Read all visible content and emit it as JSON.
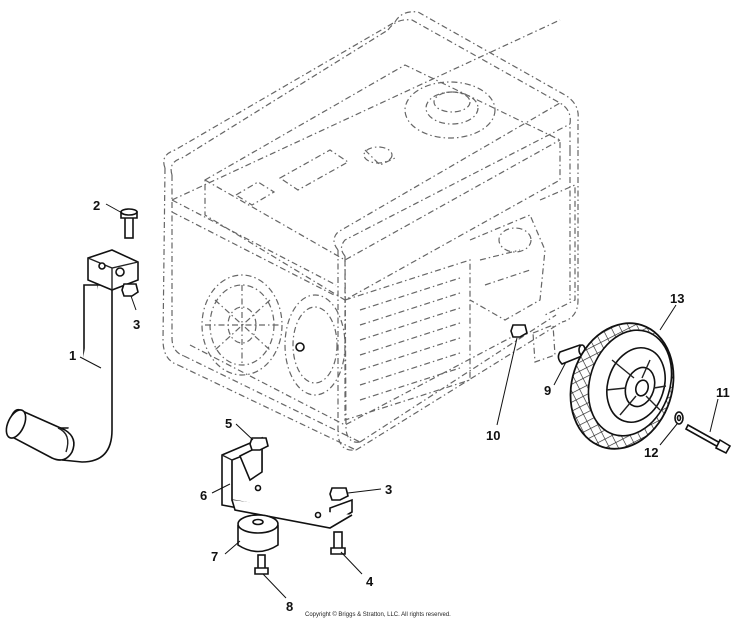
{
  "callouts": {
    "c1": "1",
    "c2": "2",
    "c3a": "3",
    "c3b": "3",
    "c4": "4",
    "c5": "5",
    "c6": "6",
    "c7": "7",
    "c8": "8",
    "c9": "9",
    "c10": "10",
    "c11": "11",
    "c12": "12",
    "c13": "13"
  },
  "copyright": "Copyright © Briggs & Stratton, LLC. All rights reserved."
}
